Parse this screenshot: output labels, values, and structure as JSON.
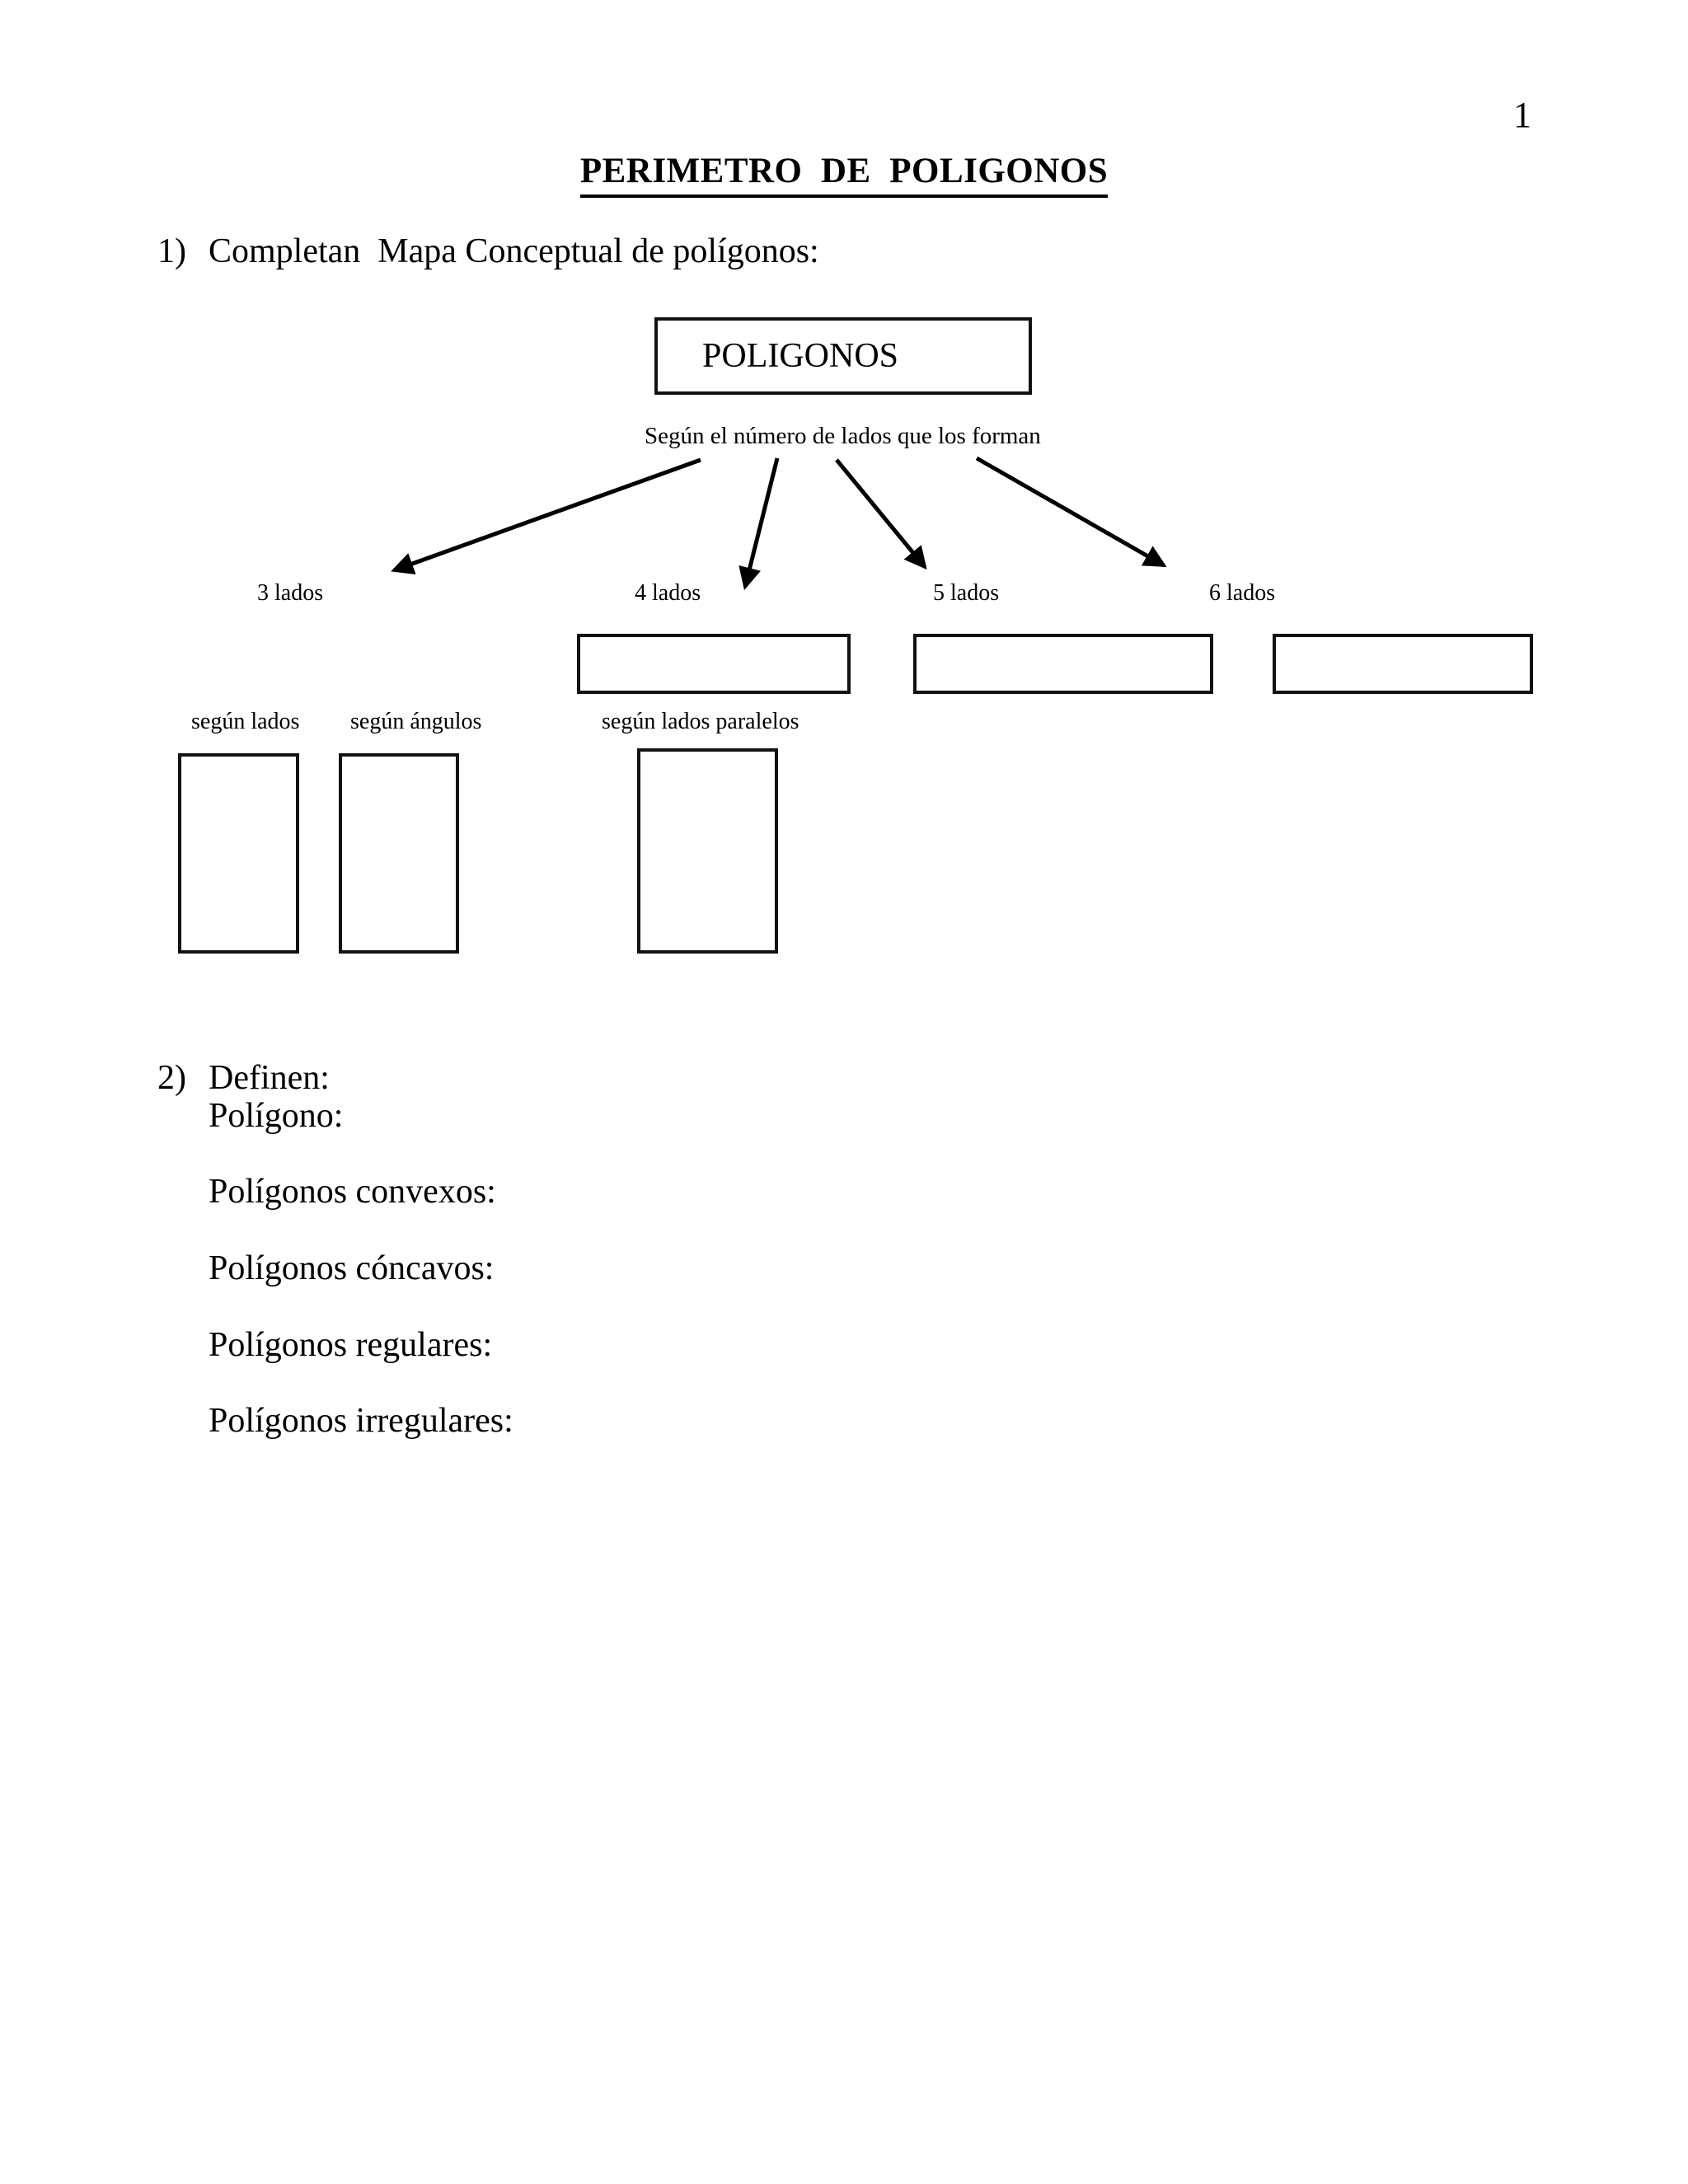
{
  "page": {
    "number": "1"
  },
  "title": "PERIMETRO  DE  POLIGONOS",
  "exercise1": {
    "number": "1)",
    "text": "Completan  Mapa Conceptual de polígonos:"
  },
  "concept_map": {
    "root": "POLIGONOS",
    "criterion": "Según el número de lados que los forman",
    "branch_labels": [
      "3 lados",
      "4 lados",
      "5 lados",
      "6 lados"
    ],
    "sub_labels": [
      "según lados",
      "según ángulos",
      "según lados paralelos"
    ]
  },
  "exercise2": {
    "number": "2)",
    "heading": "Definen:",
    "terms": [
      "Polígono:",
      "Polígonos convexos:",
      "Polígonos cóncavos:",
      "Polígonos regulares:",
      "Polígonos irregulares:"
    ]
  }
}
